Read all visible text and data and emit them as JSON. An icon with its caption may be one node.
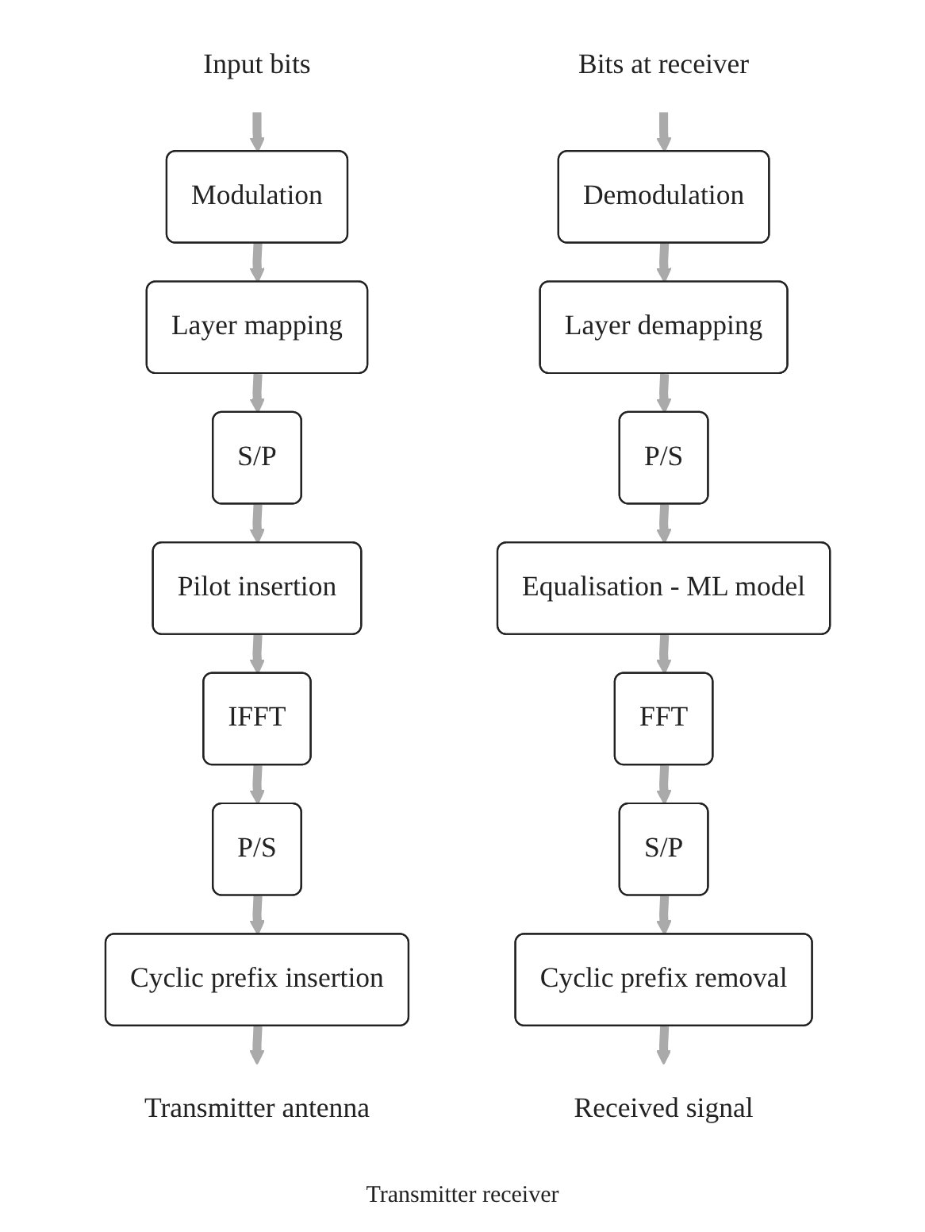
{
  "diagram": {
    "caption": "Transmitter receiver",
    "nodes": [
      {
        "text": [
          "Input bits"
        ]
      },
      {
        "text": [
          "Modulation"
        ]
      },
      {
        "text": [
          "Layer mapping"
        ]
      },
      {
        "text": [
          "S/P"
        ]
      },
      {
        "text": [
          "Pilot insertion"
        ]
      },
      {
        "text": [
          "IFFT"
        ]
      },
      {
        "text": [
          "P/S"
        ]
      },
      {
        "text": [
          "Cyclic prefix insertion"
        ]
      },
      {
        "text": [
          "Transmitter antenna"
        ]
      },
      {
        "text": [
          "Bits at receiver"
        ]
      },
      {
        "text": [
          "Demodulation"
        ]
      },
      {
        "text": [
          "Layer demapping"
        ]
      },
      {
        "text": [
          "P/S"
        ]
      },
      {
        "text": [
          "Equalisation - ML model"
        ]
      },
      {
        "text": [
          "FFT"
        ]
      },
      {
        "text": [
          "S/P"
        ]
      },
      {
        "text": [
          "Cyclic prefix removal"
        ]
      },
      {
        "text": [
          "Received signal"
        ]
      }
    ],
    "edges": [
      {
        "from": 0,
        "to": 1,
        "arrow": "to"
      },
      {
        "from": 1,
        "to": 2,
        "arrow": "to"
      },
      {
        "from": 2,
        "to": 3,
        "arrow": "to"
      },
      {
        "from": 3,
        "to": 4,
        "arrow": "to"
      },
      {
        "from": 4,
        "to": 5,
        "arrow": "to"
      },
      {
        "from": 5,
        "to": 6,
        "arrow": "to"
      },
      {
        "from": 6,
        "to": 7,
        "arrow": "to"
      },
      {
        "from": 7,
        "to": 8,
        "arrow": "to"
      },
      {
        "from": 9,
        "to": 10,
        "arrow": "to"
      },
      {
        "from": 10,
        "to": 11,
        "arrow": "to"
      },
      {
        "from": 11,
        "to": 12,
        "arrow": "to"
      },
      {
        "from": 12,
        "to": 13,
        "arrow": "to"
      },
      {
        "from": 13,
        "to": 14,
        "arrow": "to"
      },
      {
        "from": 14,
        "to": 15,
        "arrow": "to"
      },
      {
        "from": 15,
        "to": 16,
        "arrow": "to"
      },
      {
        "from": 16,
        "to": 17,
        "arrow": "to"
      }
    ]
  }
}
